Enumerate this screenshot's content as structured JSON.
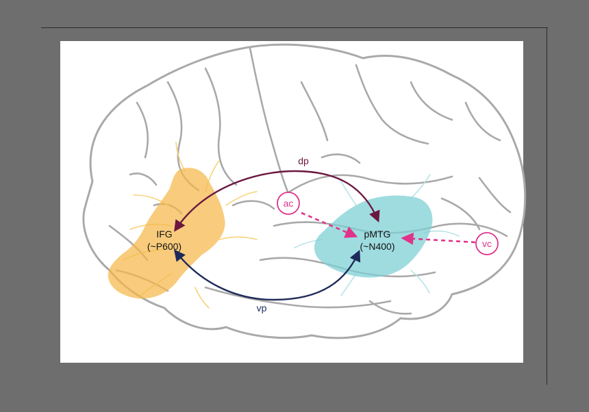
{
  "regions": {
    "ifg": {
      "name": "IFG",
      "sub": "(~P600)",
      "color": "#f5b84a"
    },
    "pmtg": {
      "name": "pMTG",
      "sub": "(~N400)",
      "color": "#7fd0d6"
    }
  },
  "pathways": {
    "dorsal": {
      "label": "dp",
      "color": "#6b1840"
    },
    "ventral": {
      "label": "vp",
      "color": "#1e2a5a"
    }
  },
  "inputs": {
    "auditory": {
      "label": "ac",
      "color": "#e0338a"
    },
    "visual": {
      "label": "vc",
      "color": "#e0338a"
    }
  }
}
